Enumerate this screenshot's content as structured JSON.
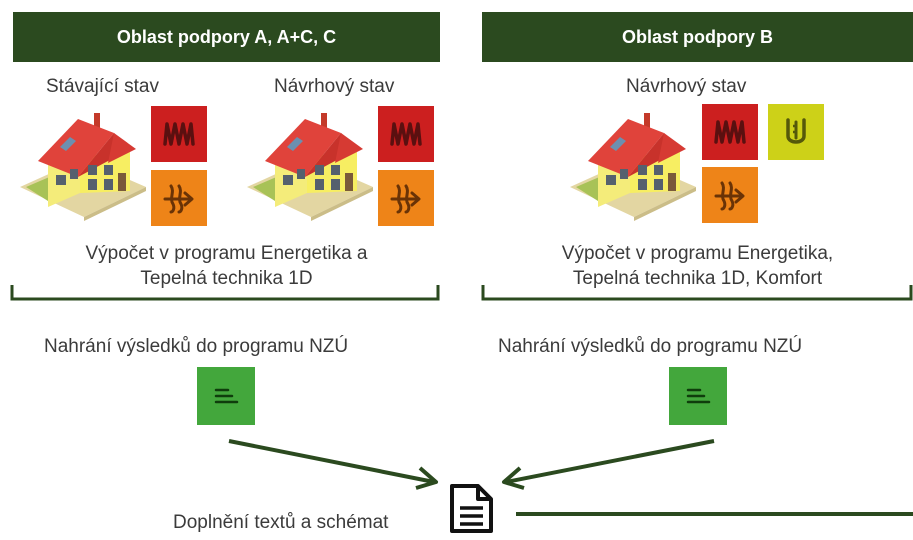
{
  "colors": {
    "header_bg": "#2b4a1f",
    "heating": "#cc1f1f",
    "ventilation": "#ee8418",
    "water": "#cdd118",
    "report": "#43a73c",
    "arrow": "#2b4a1f"
  },
  "left_panel": {
    "header": "Oblast podpory A, A+C, C",
    "current_state_label": "Stávající stav",
    "design_state_label": "Návrhový stav",
    "calc_line1": "Výpočet v programu Energetika a",
    "calc_line2": "Tepelná technika 1D",
    "upload_label": "Nahrání výsledků do programu NZÚ"
  },
  "right_panel": {
    "header": "Oblast podpory B",
    "design_state_label": "Návrhový stav",
    "calc_line1": "Výpočet v programu Energetika,",
    "calc_line2": "Tepelná technika 1D, Komfort",
    "upload_label": "Nahrání výsledků do programu NZÚ"
  },
  "bottom": {
    "label": "Doplnění textů a schémat"
  },
  "icons": {
    "house": "house-illustration",
    "heating": "heating-coil-icon",
    "ventilation": "ventilation-recuperation-icon",
    "hot_water": "hot-water-tank-icon",
    "report": "report-lines-icon",
    "document": "document-icon"
  }
}
